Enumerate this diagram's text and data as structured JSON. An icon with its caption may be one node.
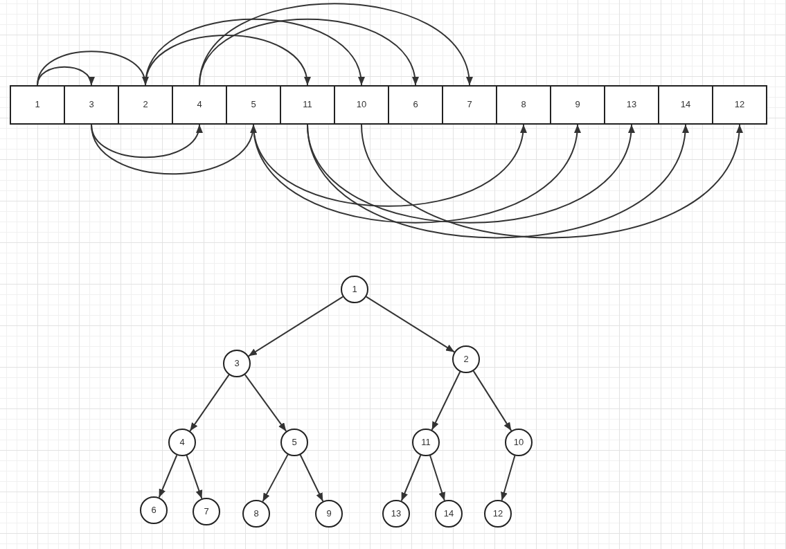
{
  "diagram": {
    "nodes": [
      {
        "text": [
          "1"
        ]
      },
      {
        "text": [
          "3"
        ]
      },
      {
        "text": [
          "2"
        ]
      },
      {
        "text": [
          "4"
        ]
      },
      {
        "text": [
          "5"
        ]
      },
      {
        "text": [
          "11"
        ]
      },
      {
        "text": [
          "10"
        ]
      },
      {
        "text": [
          "6"
        ]
      },
      {
        "text": [
          "7"
        ]
      },
      {
        "text": [
          "8"
        ]
      },
      {
        "text": [
          "9"
        ]
      },
      {
        "text": [
          "13"
        ]
      },
      {
        "text": [
          "14"
        ]
      },
      {
        "text": [
          "12"
        ]
      },
      {
        "text": [
          "1"
        ]
      },
      {
        "text": [
          "3"
        ]
      },
      {
        "text": [
          "2"
        ]
      },
      {
        "text": [
          "4"
        ]
      },
      {
        "text": [
          "5"
        ]
      },
      {
        "text": [
          "11"
        ]
      },
      {
        "text": [
          "10"
        ]
      },
      {
        "text": [
          "6"
        ]
      },
      {
        "text": [
          "7"
        ]
      },
      {
        "text": [
          "8"
        ]
      },
      {
        "text": [
          "9"
        ]
      },
      {
        "text": [
          "13"
        ]
      },
      {
        "text": [
          "14"
        ]
      },
      {
        "text": [
          "12"
        ]
      }
    ],
    "edges": [
      {
        "from": 0,
        "to": 1,
        "arrow": "to"
      },
      {
        "from": 0,
        "to": 2,
        "arrow": "to"
      },
      {
        "from": 2,
        "to": 5,
        "arrow": "to"
      },
      {
        "from": 2,
        "to": 6,
        "arrow": "to"
      },
      {
        "from": 3,
        "to": 7,
        "arrow": "to"
      },
      {
        "from": 3,
        "to": 8,
        "arrow": "to"
      },
      {
        "from": 1,
        "to": 3,
        "arrow": "to"
      },
      {
        "from": 1,
        "to": 4,
        "arrow": "to"
      },
      {
        "from": 4,
        "to": 9,
        "arrow": "to"
      },
      {
        "from": 4,
        "to": 10,
        "arrow": "to"
      },
      {
        "from": 5,
        "to": 11,
        "arrow": "to"
      },
      {
        "from": 5,
        "to": 12,
        "arrow": "to"
      },
      {
        "from": 6,
        "to": 13,
        "arrow": "to"
      },
      {
        "from": 14,
        "to": 15,
        "arrow": "to"
      },
      {
        "from": 14,
        "to": 16,
        "arrow": "to"
      },
      {
        "from": 15,
        "to": 17,
        "arrow": "to"
      },
      {
        "from": 15,
        "to": 18,
        "arrow": "to"
      },
      {
        "from": 16,
        "to": 19,
        "arrow": "to"
      },
      {
        "from": 16,
        "to": 20,
        "arrow": "to"
      },
      {
        "from": 17,
        "to": 21,
        "arrow": "to"
      },
      {
        "from": 17,
        "to": 22,
        "arrow": "to"
      },
      {
        "from": 18,
        "to": 23,
        "arrow": "to"
      },
      {
        "from": 18,
        "to": 24,
        "arrow": "to"
      },
      {
        "from": 19,
        "to": 25,
        "arrow": "to"
      },
      {
        "from": 19,
        "to": 26,
        "arrow": "to"
      },
      {
        "from": 20,
        "to": 27,
        "arrow": "to"
      }
    ]
  }
}
